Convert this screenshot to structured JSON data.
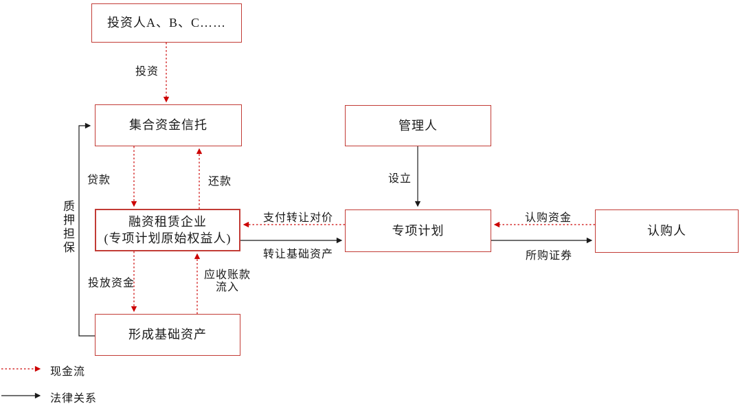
{
  "diagram": {
    "boxes": {
      "investors": "投资人A、B、C……",
      "trust": "集合资金信托",
      "leasing_line1": "融资租赁企业",
      "leasing_line2": "(专项计划原始权益人)",
      "formed_assets": "形成基础资产",
      "manager": "管理人",
      "special_plan": "专项计划",
      "subscriber": "认购人"
    },
    "edge_labels": {
      "invest": "投资",
      "loan": "贷款",
      "repay": "还款",
      "pledge_guarantee": "质押担保",
      "deploy_funds": "投放资金",
      "receivables_inflow_line1": "应收账款",
      "receivables_inflow_line2": "流入",
      "establish": "设立",
      "pay_transfer_consideration": "支付转让对价",
      "transfer_base_assets": "转让基础资产",
      "subscription_funds": "认购资金",
      "purchased_securities": "所购证券"
    },
    "legend": {
      "cash_flow": "现金流",
      "legal_relation": "法律关系"
    },
    "colors": {
      "box_border_red": "#c23b35",
      "cash_flow_red": "#cc0000",
      "legal_black": "#1a1a1a"
    }
  }
}
